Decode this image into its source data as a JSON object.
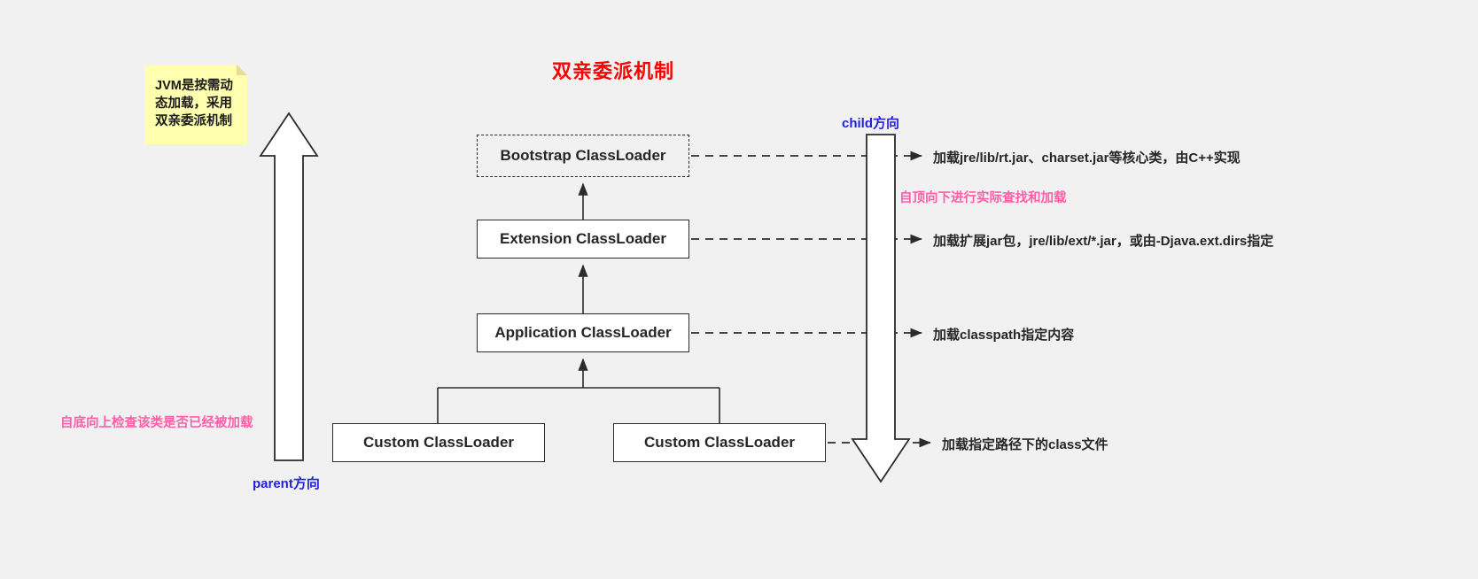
{
  "diagram": {
    "title": "双亲委派机制",
    "note": {
      "text": "JVM是按需动\n态加载，采用\n双亲委派机制"
    },
    "boxes": [
      {
        "id": "bootstrap",
        "label": "Bootstrap ClassLoader",
        "style": "dashed"
      },
      {
        "id": "extension",
        "label": "Extension  ClassLoader",
        "style": "solid"
      },
      {
        "id": "application",
        "label": "Application ClassLoader",
        "style": "solid"
      },
      {
        "id": "custom-left",
        "label": "Custom ClassLoader",
        "style": "solid"
      },
      {
        "id": "custom-right",
        "label": "Custom ClassLoader",
        "style": "solid"
      }
    ],
    "descriptions": [
      {
        "id": "bootstrap",
        "text": "加载jre/lib/rt.jar、charset.jar等核心类，由C++实现"
      },
      {
        "id": "extension",
        "text": "加载扩展jar包，jre/lib/ext/*.jar，或由-Djava.ext.dirs指定"
      },
      {
        "id": "application",
        "text": "加载classpath指定内容"
      },
      {
        "id": "custom",
        "text": "加载指定路径下的class文件"
      }
    ],
    "labels": {
      "child": "child方向",
      "parent": "parent方向",
      "top_down": "自顶向下进行实际查找和加载",
      "bottom_up": "自底向上检查该类是否已经被加载"
    },
    "colors": {
      "title": "#ff0000",
      "direction": "#2222dd",
      "annotation": "#ff5fa8",
      "note_bg": "#ffffb0",
      "background": "#f1f1f1",
      "stroke": "#2b2b2b"
    }
  }
}
